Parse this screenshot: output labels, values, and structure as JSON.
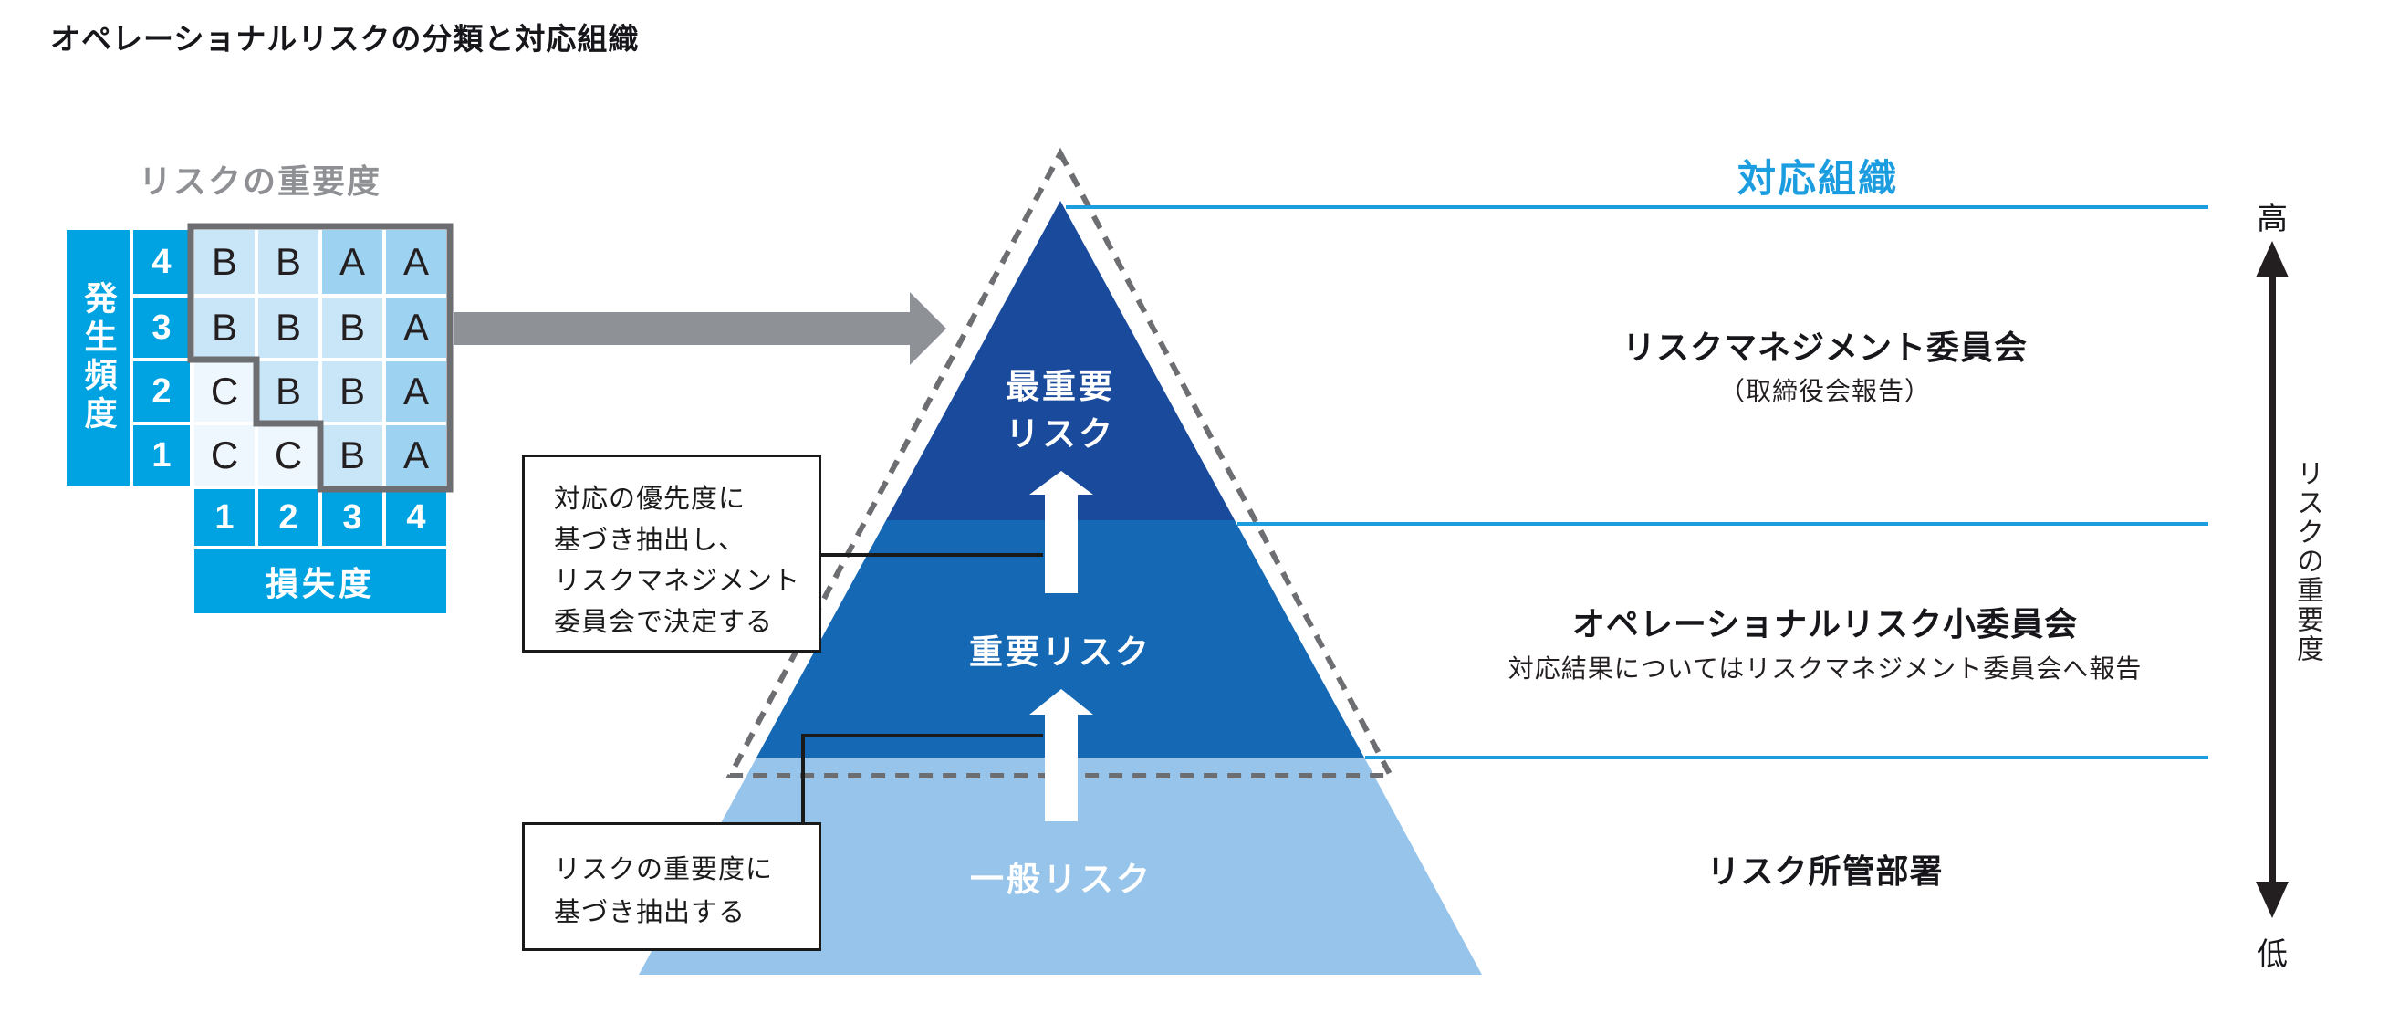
{
  "title": "オペレーショナルリスクの分類と対応組織",
  "matrix": {
    "title": "リスクの重要度",
    "y_axis_label": "発生頻度",
    "x_axis_label": "損失度",
    "row_labels": [
      "4",
      "3",
      "2",
      "1"
    ],
    "col_labels": [
      "1",
      "2",
      "3",
      "4"
    ],
    "grid": [
      [
        "B",
        "B",
        "A",
        "A"
      ],
      [
        "B",
        "B",
        "B",
        "A"
      ],
      [
        "C",
        "B",
        "B",
        "A"
      ],
      [
        "C",
        "C",
        "B",
        "A"
      ]
    ]
  },
  "pyramid": {
    "top_label_line1": "最重要",
    "top_label_line2": "リスク",
    "middle_label": "重要リスク",
    "bottom_label": "一般リスク"
  },
  "notes": {
    "note1": {
      "line1": "対応の優先度に",
      "line2": "基づき抽出し、",
      "line3": "リスクマネジメント",
      "line4": "委員会で決定する"
    },
    "note2": {
      "line1": "リスクの重要度に",
      "line2": "基づき抽出する"
    }
  },
  "organizations": {
    "header": "対応組織",
    "level1_name": "リスクマネジメント委員会",
    "level1_sub": "（取締役会報告）",
    "level2_name": "オペレーショナルリスク小委員会",
    "level2_sub": "対応結果についてはリスクマネジメント委員会へ報告",
    "level3_name": "リスク所管部署"
  },
  "axis": {
    "high": "高",
    "low": "低",
    "label": "リスクの重要度"
  },
  "colors": {
    "matrix_header_blue": "#00a3e2",
    "cell_a": "#9dd2f1",
    "cell_b": "#c9e6f8",
    "cell_c": "#edf7fd",
    "pyramid_top": "#1a4a9c",
    "pyramid_middle": "#1568b3",
    "pyramid_bottom": "#96c4ea",
    "accent_cyan": "#1b9de0",
    "outline_gray": "#6d6e71",
    "arrow_gray": "#8e9296"
  }
}
